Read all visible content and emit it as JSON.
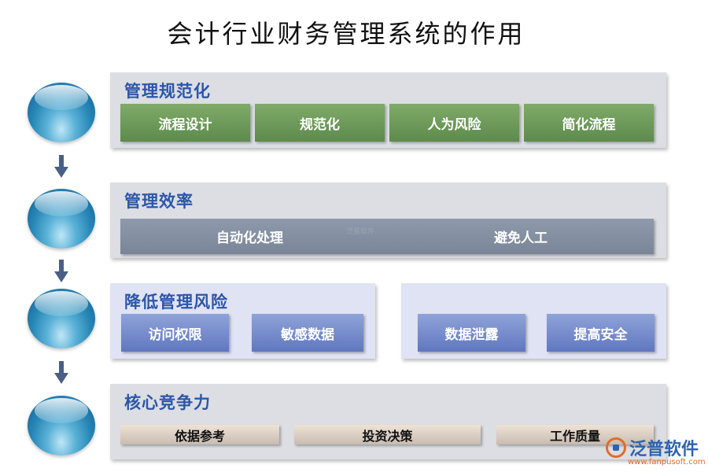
{
  "title": "会计行业财务管理系统的作用",
  "sections": {
    "standardization": {
      "title": "管理规范化",
      "items": [
        "流程设计",
        "规范化",
        "人为风险",
        "简化流程"
      ]
    },
    "efficiency": {
      "title": "管理效率",
      "items": [
        "自动化处理",
        "避免人工"
      ]
    },
    "risk": {
      "title": "降低管理风险",
      "items": [
        "访问权限",
        "敏感数据",
        "数据泄露",
        "提高安全"
      ]
    },
    "competitiveness": {
      "title": "核心竞争力",
      "items": [
        "依据参考",
        "投资决策",
        "工作质量"
      ]
    }
  },
  "watermark": "泛普软件",
  "logo": {
    "name": "泛普软件",
    "url": "www.fanpusoft.com"
  },
  "colors": {
    "title_blue": "#2c56a8",
    "green_box": "#6b9858",
    "efficiency_bar": "#848fa0",
    "blue_box": "#7086c8",
    "tan_box": "#ddd0c4",
    "orb": "#2786b6",
    "arrow": "#4a5f86",
    "logo_orange": "#e26b2b"
  }
}
